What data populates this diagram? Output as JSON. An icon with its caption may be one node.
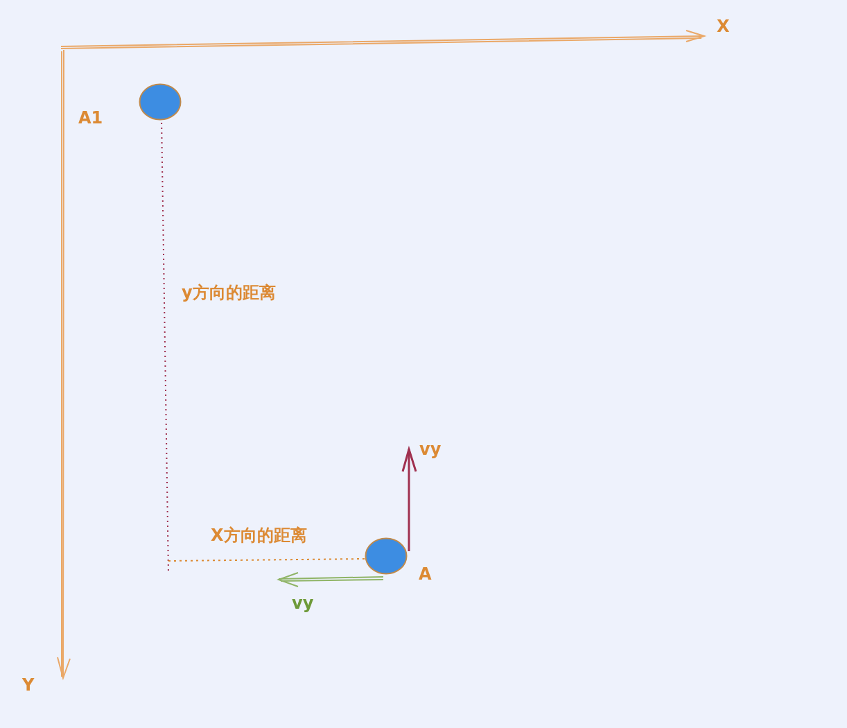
{
  "diagram": {
    "nodes": [
      {
        "text": [],
        "shape": "circle",
        "beside": [
          "A1"
        ]
      },
      {
        "text": [],
        "shape": "circle",
        "beside": [
          "A"
        ]
      }
    ],
    "labels": [
      "X",
      "y方向的距离",
      "vy",
      "X方向的距离",
      "vy",
      "Y"
    ]
  }
}
